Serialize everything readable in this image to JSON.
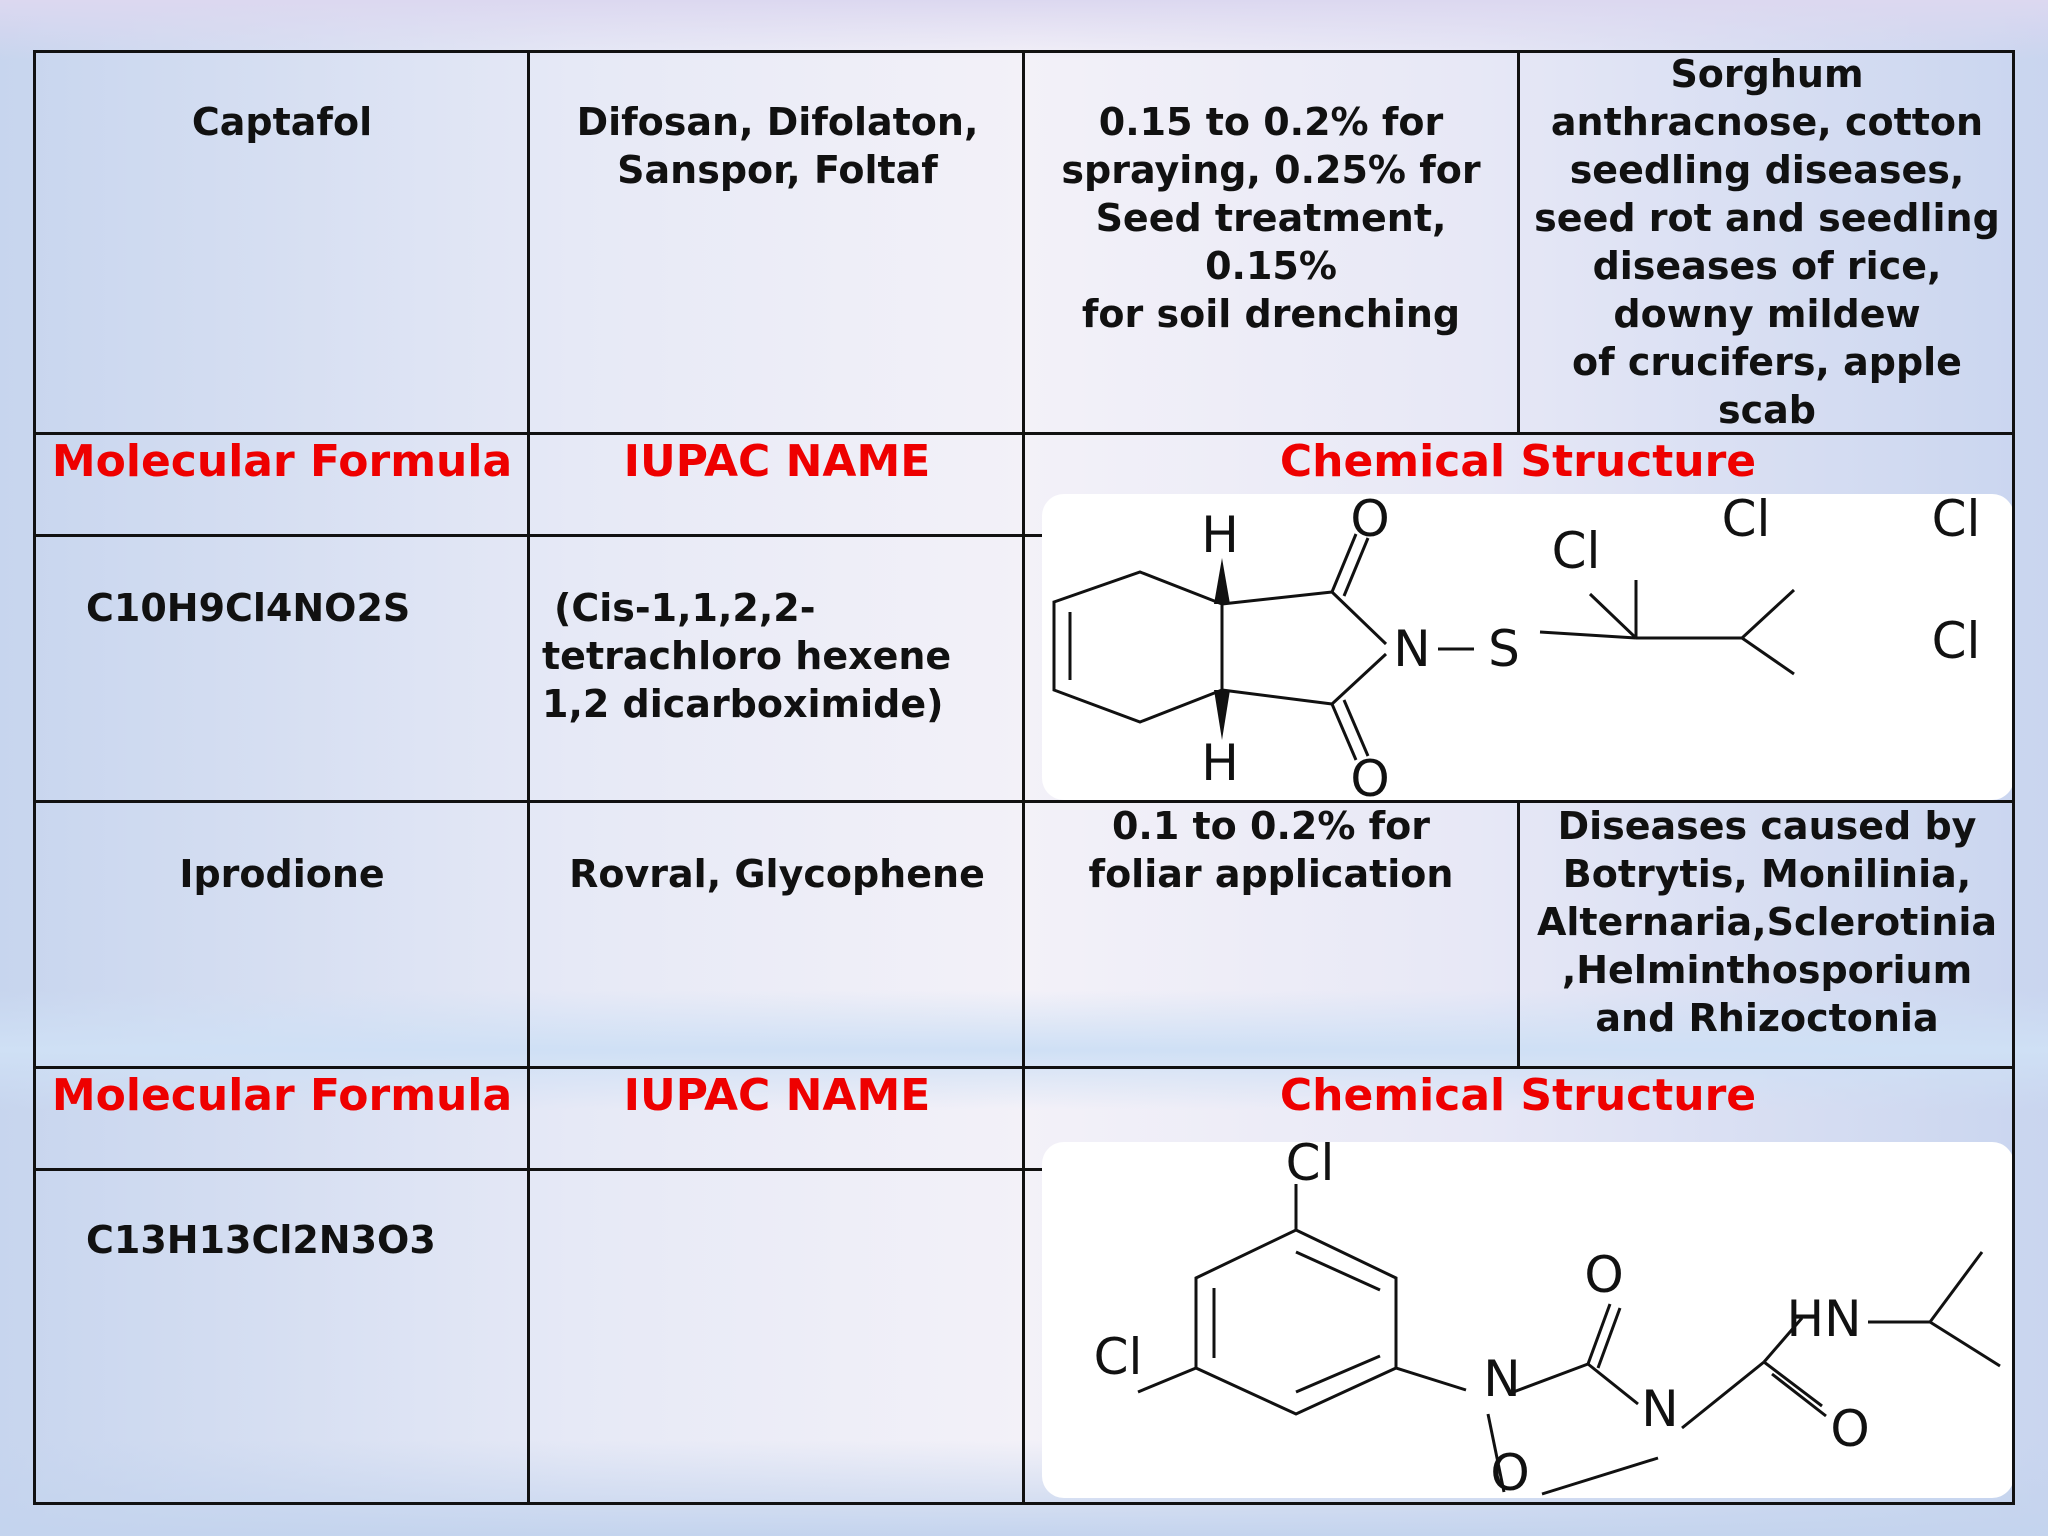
{
  "row1": {
    "name": "Captafol",
    "trade_names": "Difosan, Difolaton, Sanspor, Foltaf",
    "dosage": [
      "0.15 to 0.2% for",
      "spraying, 0.25% for",
      "Seed treatment,",
      "0.15%",
      "for soil drenching"
    ],
    "diseases": [
      "Sorghum",
      "anthracnose, cotton",
      "seedling diseases,",
      "seed rot and seedling",
      "diseases of rice,",
      "downy mildew",
      "of crucifers, apple",
      "scab"
    ]
  },
  "header1": {
    "molecular_formula": "Molecular Formula",
    "iupac": "IUPAC NAME",
    "structure": "Chemical Structure"
  },
  "row2": {
    "formula": "C10H9Cl4NO2S",
    "iupac": [
      "(Cis-1,1,2,2-",
      "tetrachloro hexene",
      "1,2 dicarboximide)"
    ]
  },
  "row3": {
    "name": "Iprodione",
    "trade_names": "Rovral, Glycophene",
    "dosage": [
      "0.1 to 0.2% for",
      "foliar application"
    ],
    "diseases": [
      "Diseases caused by",
      "Botrytis, Monilinia,",
      "Alternaria,Sclerotinia",
      ",Helminthosporium",
      "and Rhizoctonia"
    ]
  },
  "header2": {
    "molecular_formula": "Molecular Formula",
    "iupac": "IUPAC NAME",
    "structure": "Chemical Structure"
  },
  "row4": {
    "formula": "C13H13Cl2N3O3"
  },
  "structure1_labels": {
    "o_top": "O",
    "o_bottom": "O",
    "h_top": "H",
    "h_bottom": "H",
    "cl_1": "Cl",
    "cl_2": "Cl",
    "cl_3": "Cl",
    "cl_4": "Cl",
    "n": "N",
    "s": "S"
  },
  "structure2_labels": {
    "cl_top": "Cl",
    "cl_left": "Cl",
    "n_1": "N",
    "n_2": "N",
    "hn": "HN",
    "o_1": "O",
    "o_2": "O",
    "o_3": "O"
  },
  "colors": {
    "header_red": "#ee0000",
    "text": "#111111",
    "grid": "#111111"
  }
}
